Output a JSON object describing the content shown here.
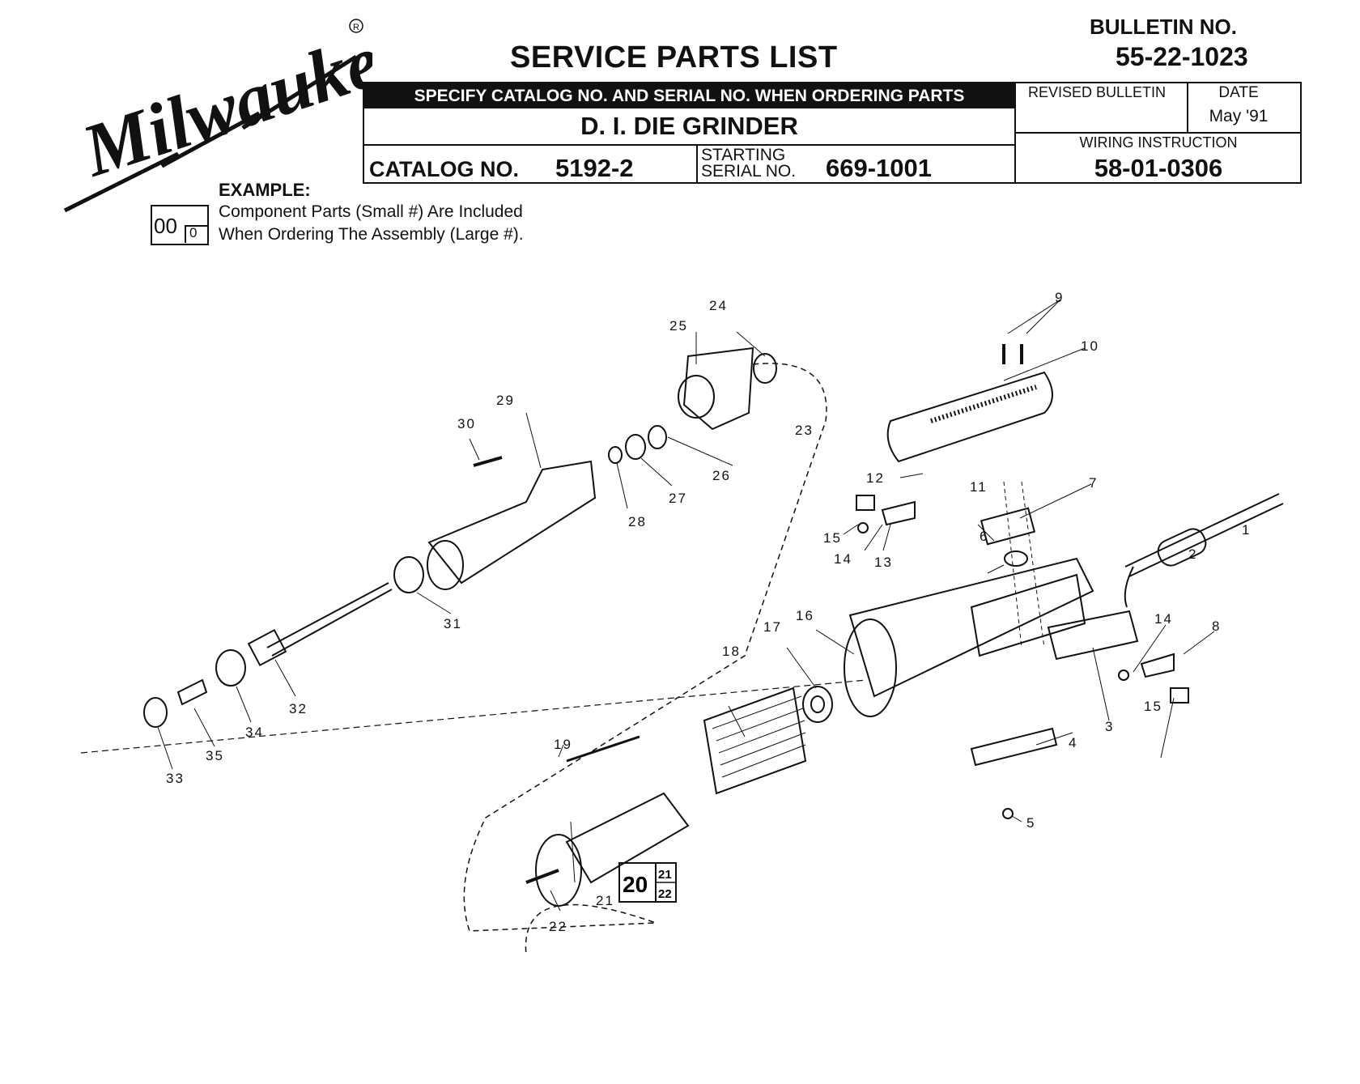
{
  "brand": "Milwaukee",
  "header": {
    "title": "SERVICE PARTS LIST",
    "bulletin_label": "BULLETIN NO.",
    "bulletin_no": "55-22-1023",
    "specify_note": "SPECIFY CATALOG NO. AND SERIAL NO. WHEN ORDERING PARTS",
    "product": "D. I. DIE GRINDER",
    "catalog_label": "CATALOG NO.",
    "catalog_no": "5192-2",
    "starting_label_1": "STARTING",
    "starting_label_2": "SERIAL NO.",
    "serial_no": "669-1001",
    "revised_label": "REVISED BULLETIN",
    "date_label": "DATE",
    "date_value": "May '91",
    "wiring_label": "WIRING INSTRUCTION",
    "wiring_no": "58-01-0306"
  },
  "example": {
    "label": "EXAMPLE:",
    "big": "00",
    "small": "0",
    "line1": "Component Parts (Small #) Are Included",
    "line2": "When Ordering The Assembly (Large #)."
  },
  "callouts": {
    "p1": "1",
    "p2": "2",
    "p3": "3",
    "p4": "4",
    "p5": "5",
    "p6": "6",
    "p7": "7",
    "p8": "8",
    "p9": "9",
    "p10": "10",
    "p11": "11",
    "p12": "12",
    "p13": "13",
    "p14a": "14",
    "p14b": "14",
    "p15a": "15",
    "p15b": "15",
    "p16": "16",
    "p17": "17",
    "p18": "18",
    "p19": "19",
    "p21": "21",
    "p22": "22",
    "p23": "23",
    "p24": "24",
    "p25": "25",
    "p26": "26",
    "p27": "27",
    "p28": "28",
    "p29": "29",
    "p30": "30",
    "p31": "31",
    "p32": "32",
    "p33": "33",
    "p34": "34",
    "p35": "35"
  },
  "assembly_badge": {
    "big": "20",
    "small_top": "21",
    "small_bottom": "22"
  }
}
